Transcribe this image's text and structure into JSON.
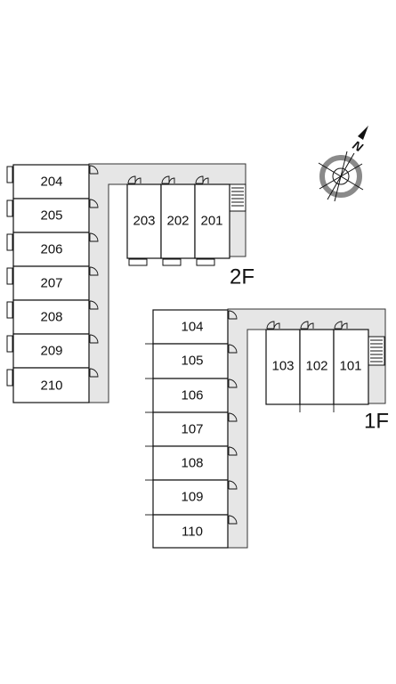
{
  "floors": [
    {
      "label": "2F",
      "rooms_left": [
        "204",
        "205",
        "206",
        "207",
        "208",
        "209",
        "210"
      ],
      "rooms_top": [
        "203",
        "202",
        "201"
      ]
    },
    {
      "label": "1F",
      "rooms_left": [
        "104",
        "105",
        "106",
        "107",
        "108",
        "109",
        "110"
      ],
      "rooms_top": [
        "103",
        "102",
        "101"
      ]
    }
  ],
  "compass": {
    "north_label": "N",
    "icon": "compass-icon"
  },
  "colors": {
    "corridor": "#e6e6e6",
    "line": "#111111",
    "compass_ring": "#8a8a8a"
  }
}
